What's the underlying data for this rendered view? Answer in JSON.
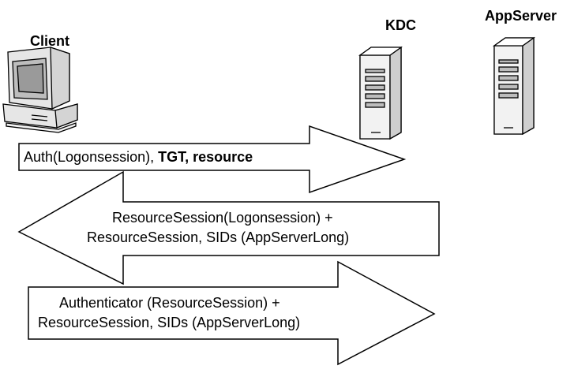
{
  "entities": {
    "client": "Client",
    "kdc": "KDC",
    "appserver": "AppServer"
  },
  "messages": {
    "auth_request": {
      "prefix": "Auth(Logonsession),",
      "bold_part": "TGT, resource"
    },
    "kdc_reply": {
      "line1": "ResourceSession(Logonsession) +",
      "line2": "ResourceSession, SIDs (AppServerLong)"
    },
    "app_request": {
      "line1": "Authenticator (ResourceSession) +",
      "line2": "ResourceSession, SIDs (AppServerLong)"
    }
  },
  "icons": [
    "desktop-computer-icon",
    "server-tower-icon",
    "server-tower-icon"
  ],
  "colors": {
    "stroke": "#000000",
    "fill": "#ffffff",
    "device_gray": "#e6e6e6",
    "screen": "#bdbdbd"
  }
}
